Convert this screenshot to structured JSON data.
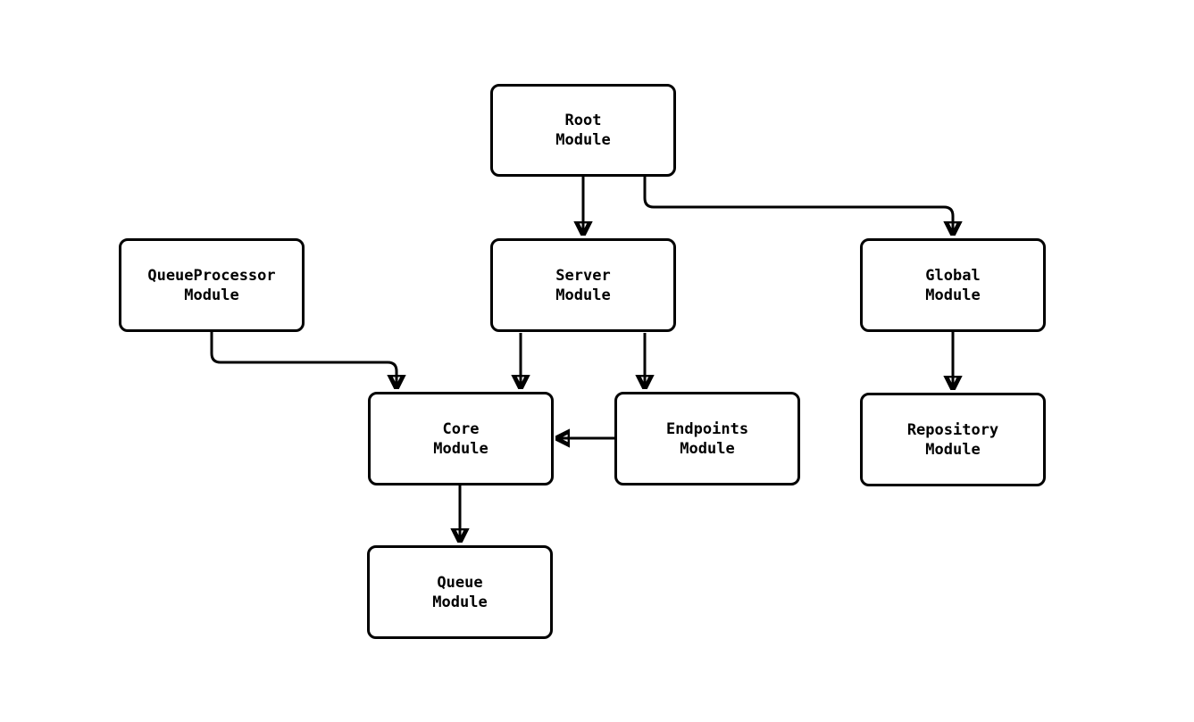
{
  "diagram": {
    "type": "module-dependency-graph",
    "colors": {
      "background": "#ffffff",
      "node_fill": "#ffffff",
      "node_border": "#000000",
      "edge": "#000000",
      "text": "#000000"
    },
    "nodes": {
      "root": {
        "label": "Root Module",
        "line1": "Root",
        "line2": "Module"
      },
      "queueprocessor": {
        "label": "QueueProcessor Module",
        "line1": "QueueProcessor",
        "line2": "Module"
      },
      "server": {
        "label": "Server Module",
        "line1": "Server",
        "line2": "Module"
      },
      "global": {
        "label": "Global Module",
        "line1": "Global",
        "line2": "Module"
      },
      "core": {
        "label": "Core Module",
        "line1": "Core",
        "line2": "Module"
      },
      "endpoints": {
        "label": "Endpoints Module",
        "line1": "Endpoints",
        "line2": "Module"
      },
      "repository": {
        "label": "Repository Module",
        "line1": "Repository",
        "line2": "Module"
      },
      "queue": {
        "label": "Queue Module",
        "line1": "Queue",
        "line2": "Module"
      }
    },
    "edges": [
      {
        "from": "Root Module",
        "to": "Server Module"
      },
      {
        "from": "Root Module",
        "to": "Global Module"
      },
      {
        "from": "QueueProcessor Module",
        "to": "Core Module"
      },
      {
        "from": "Server Module",
        "to": "Core Module"
      },
      {
        "from": "Server Module",
        "to": "Endpoints Module"
      },
      {
        "from": "Endpoints Module",
        "to": "Core Module"
      },
      {
        "from": "Global Module",
        "to": "Repository Module"
      },
      {
        "from": "Core Module",
        "to": "Queue Module"
      }
    ]
  }
}
